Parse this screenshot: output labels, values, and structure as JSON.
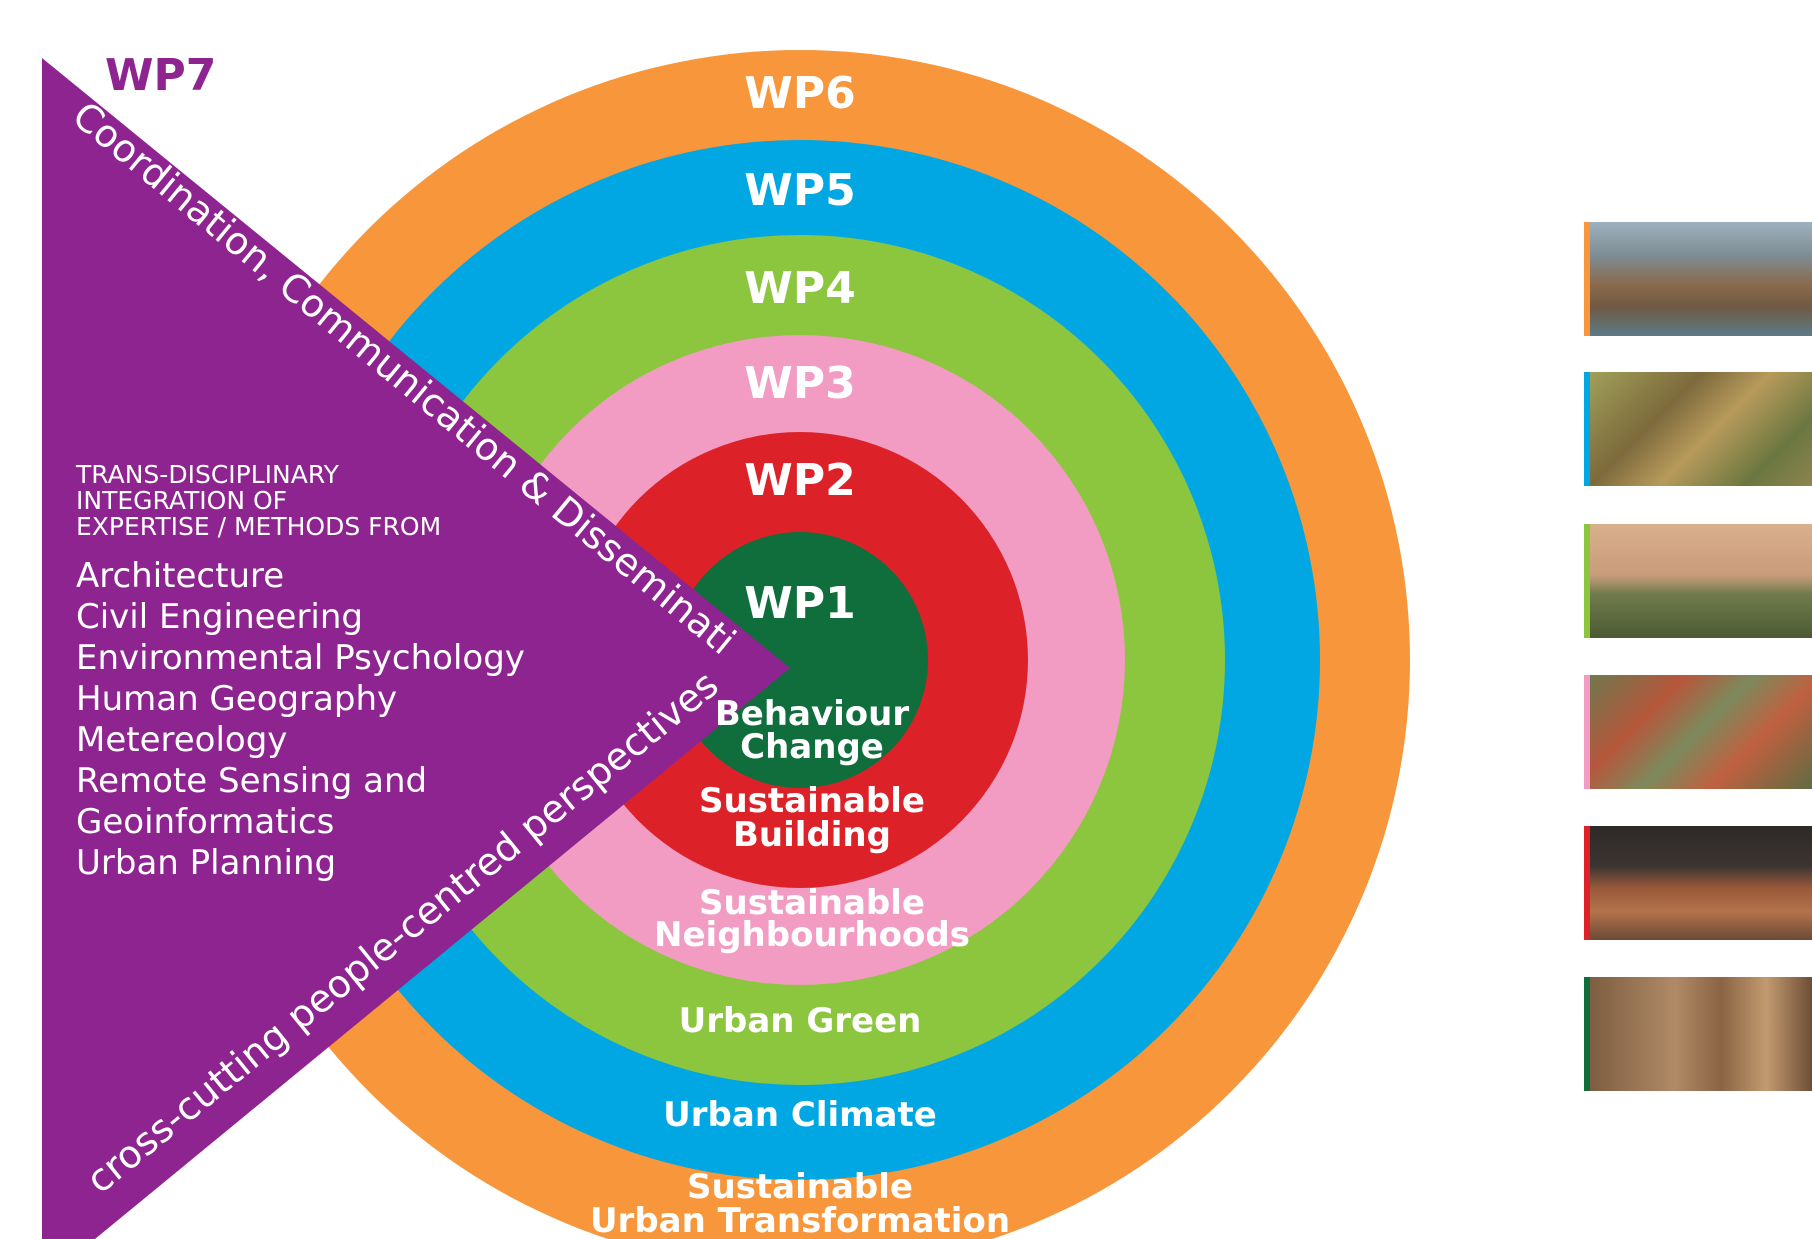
{
  "wp7": {
    "label": "WP7",
    "top_text": "Coordination, Communication & Dissemination",
    "bottom_text": "cross-cutting people-centred perspectives",
    "heading_lines": [
      "TRANS-DISCIPLINARY",
      "INTEGRATION OF",
      "EXPERTISE / METHODS FROM"
    ],
    "disciplines": [
      "Architecture",
      "Civil Engineering",
      "Environmental Psychology",
      "Human Geography",
      "Metereology",
      "Remote Sensing and",
      "Geoinformatics",
      "Urban Planning"
    ],
    "color": "#8e2490"
  },
  "rings": [
    {
      "wp": "WP6",
      "theme_lines": [
        "Sustainable",
        "Urban Transformation"
      ],
      "color": "#f7963a"
    },
    {
      "wp": "WP5",
      "theme_lines": [
        "Urban Climate"
      ],
      "color": "#00a7e3"
    },
    {
      "wp": "WP4",
      "theme_lines": [
        "Urban Green"
      ],
      "color": "#8cc63e"
    },
    {
      "wp": "WP3",
      "theme_lines": [
        "Sustainable",
        "Neighbourhoods"
      ],
      "color": "#f29bc3"
    },
    {
      "wp": "WP2",
      "theme_lines": [
        "Sustainable",
        "Building"
      ],
      "color": "#dc2228"
    },
    {
      "wp": "WP1",
      "theme_lines": [
        "Behaviour",
        "Change"
      ],
      "color": "#0f6e3c"
    }
  ],
  "thumbnails": [
    {
      "name": "city-aerial-photo",
      "bar_color": "#f7963a"
    },
    {
      "name": "satellite-map-photo",
      "bar_color": "#00a7e3"
    },
    {
      "name": "urban-park-photo",
      "bar_color": "#8cc63e"
    },
    {
      "name": "neighbourhood-roofs-photo",
      "bar_color": "#f29bc3"
    },
    {
      "name": "building-facade-photo",
      "bar_color": "#dc2228"
    },
    {
      "name": "household-interior-photo",
      "bar_color": "#0f6e3c"
    }
  ]
}
